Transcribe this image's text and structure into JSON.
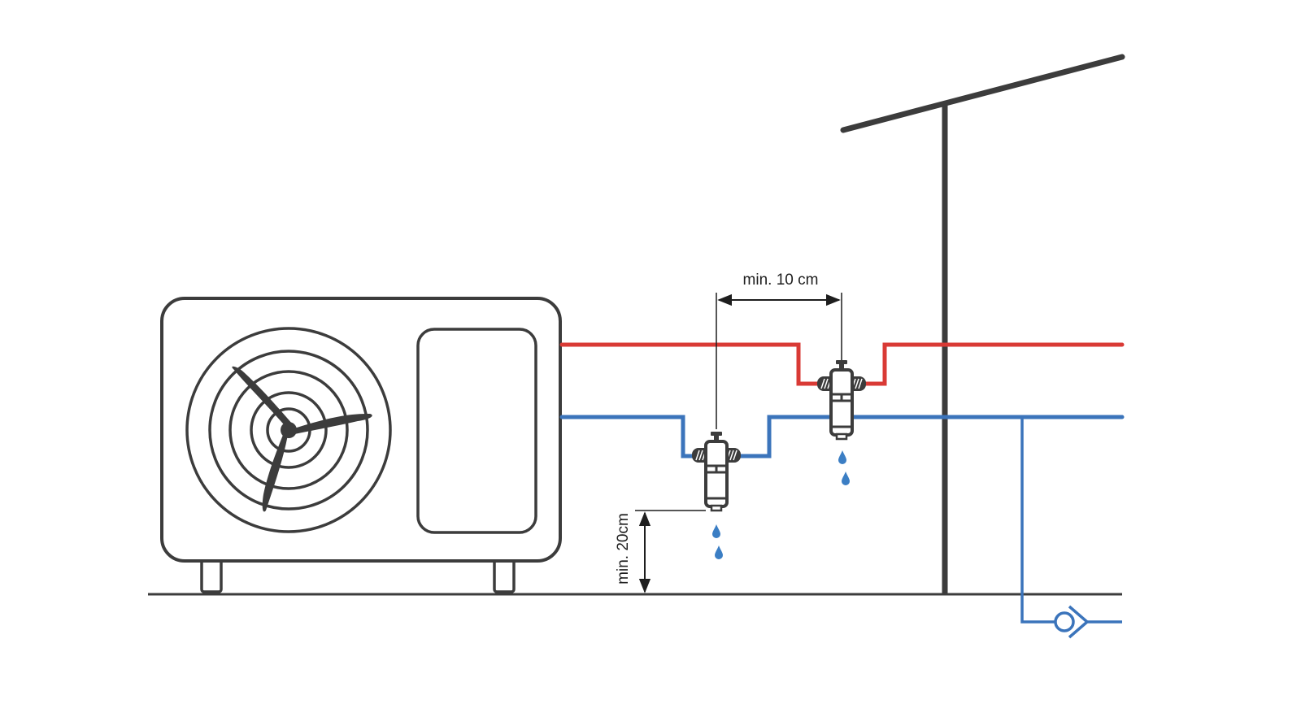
{
  "diagram": {
    "title": "Heat pump outdoor unit with frost protection valves",
    "colors": {
      "outline": "#3c3c3c",
      "supply_pipe": "#d93a35",
      "return_pipe": "#3b74bb",
      "water_drop": "#3b7ec4",
      "dimension": "#1e1e1e"
    },
    "labels": {
      "horizontal_spacing": "min. 10 cm",
      "ground_clearance": "min. 20cm"
    },
    "components": [
      {
        "id": "outdoor-unit",
        "name": "Heat pump outdoor unit"
      },
      {
        "id": "fan",
        "name": "Fan with 3 blades"
      },
      {
        "id": "supply-line",
        "name": "Supply pipe (red)"
      },
      {
        "id": "return-line",
        "name": "Return pipe (blue)"
      },
      {
        "id": "valve-return",
        "name": "Frost protection valve on return line"
      },
      {
        "id": "valve-supply",
        "name": "Frost protection valve on supply line"
      },
      {
        "id": "wall-post",
        "name": "Building wall / roof"
      },
      {
        "id": "check-valve",
        "name": "Check valve / drain"
      },
      {
        "id": "ground",
        "name": "Ground line"
      }
    ]
  }
}
